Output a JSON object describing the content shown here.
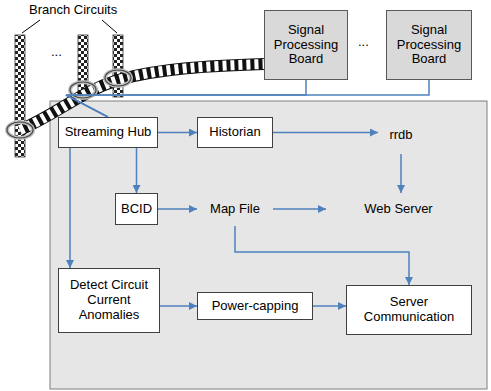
{
  "diagram": {
    "nodes": [
      {
        "text": [
          "Signal Processing Board"
        ]
      },
      {
        "text": [
          "Signal Processing Board"
        ]
      },
      {
        "text": [
          "Streaming Hub"
        ]
      },
      {
        "text": [
          "Historian"
        ]
      },
      {
        "text": [
          "rrdb"
        ]
      },
      {
        "text": [
          "BCID"
        ]
      },
      {
        "text": [
          "Map File"
        ]
      },
      {
        "text": [
          "Web Server"
        ]
      },
      {
        "text": [
          "Detect Circuit Current Anomalies"
        ]
      },
      {
        "text": [
          "Power-capping"
        ]
      },
      {
        "text": [
          "Server Communication"
        ]
      }
    ],
    "edges": [
      {
        "from": 0,
        "to": 2,
        "arrow": "none"
      },
      {
        "from": 1,
        "to": 2,
        "arrow": "none"
      },
      {
        "from": 2,
        "to": 3,
        "arrow": "to"
      },
      {
        "from": 3,
        "to": 4,
        "arrow": "to"
      },
      {
        "from": 2,
        "to": 5,
        "arrow": "to"
      },
      {
        "from": 2,
        "to": 8,
        "arrow": "to"
      },
      {
        "from": 5,
        "to": 6,
        "arrow": "to"
      },
      {
        "from": 6,
        "to": 7,
        "arrow": "to"
      },
      {
        "from": 4,
        "to": 7,
        "arrow": "to"
      },
      {
        "from": 6,
        "to": 10,
        "arrow": "to"
      },
      {
        "from": 8,
        "to": 9,
        "arrow": "to"
      },
      {
        "from": 9,
        "to": 10,
        "arrow": "to"
      }
    ],
    "labels": [
      "Branch Circuits",
      "...",
      "..."
    ]
  }
}
